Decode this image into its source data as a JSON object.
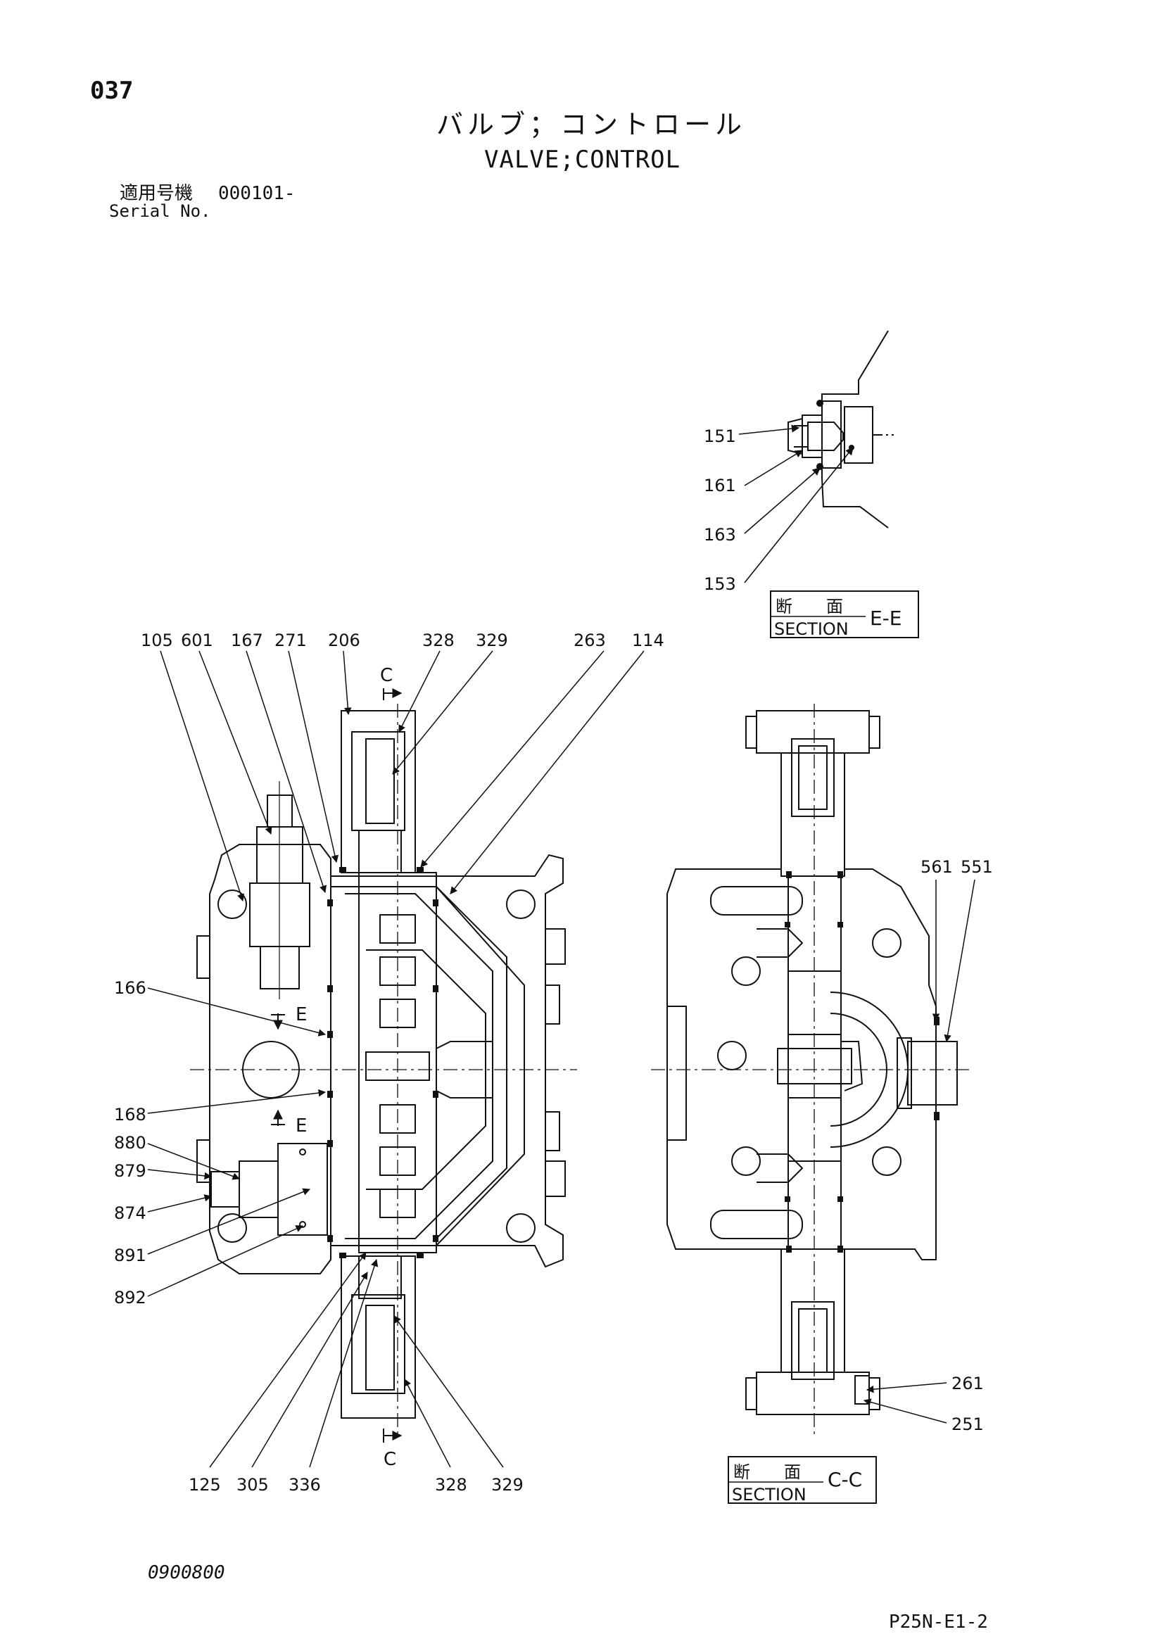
{
  "header": {
    "page_number": "037",
    "title_jp": "バルブ；コントロール",
    "title_en": "VALVE;CONTROL",
    "serial_label_jp": "適用号機",
    "serial_range": "000101-",
    "serial_label_en": "Serial No."
  },
  "footer": {
    "doc_code": "0900800",
    "page_code": "P25N-E1-2"
  },
  "sections": {
    "ee": {
      "label_jp": "断　　面",
      "label_en": "SECTION",
      "id": "E-E"
    },
    "cc": {
      "label_jp": "断　　面",
      "label_en": "SECTION",
      "id": "C-C"
    }
  },
  "section_markers": {
    "c": "C",
    "e": "E"
  },
  "callouts": {
    "p151": "151",
    "p161": "161",
    "p163": "163",
    "p153": "153",
    "p105": "105",
    "p601": "601",
    "p167": "167",
    "p271": "271",
    "p206": "206",
    "p328a": "328",
    "p329a": "329",
    "p263": "263",
    "p114": "114",
    "p166": "166",
    "p168": "168",
    "p880": "880",
    "p879": "879",
    "p874": "874",
    "p891": "891",
    "p892": "892",
    "p125": "125",
    "p305": "305",
    "p336": "336",
    "p328b": "328",
    "p329b": "329",
    "p561": "561",
    "p551": "551",
    "p261": "261",
    "p251": "251"
  }
}
